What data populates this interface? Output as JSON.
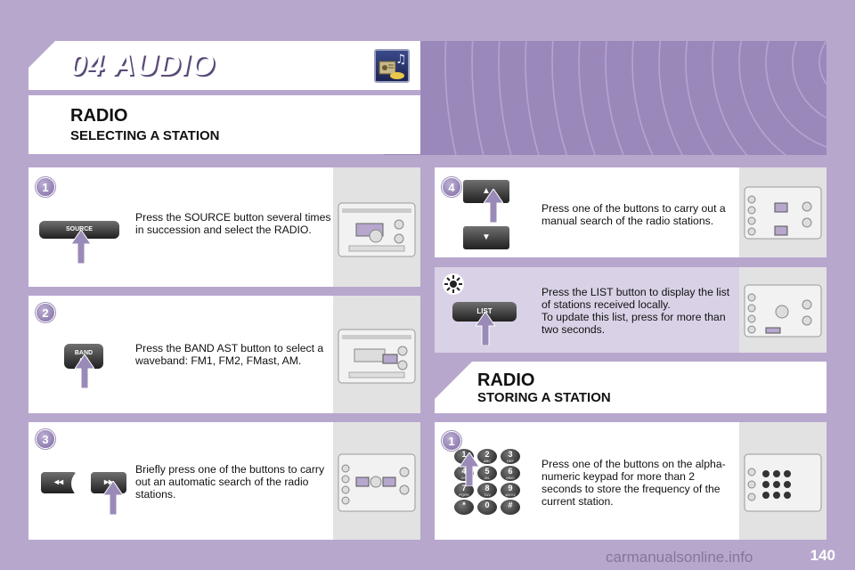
{
  "header": {
    "title": "04 AUDIO",
    "icon": "radio-music-icon"
  },
  "section_selecting": {
    "title": "RADIO",
    "subtitle": "SELECTING A STATION"
  },
  "section_storing": {
    "title": "RADIO",
    "subtitle": "STORING A STATION"
  },
  "steps": {
    "s1": {
      "badge": "1",
      "button_label": "SOURCE",
      "text": "Press the SOURCE button several times in succession and select the RADIO."
    },
    "s2": {
      "badge": "2",
      "button_label": "BAND",
      "button_sub": "AST",
      "text": "Press the BAND AST button to select a waveband: FM1, FM2, FMast, AM."
    },
    "s3": {
      "badge": "3",
      "btn_left": "◂◂",
      "btn_right": "▸▸",
      "text": "Briefly press one of the buttons to carry out an automatic search of the radio stations."
    },
    "s4": {
      "badge": "4",
      "up": "▲",
      "down": "▼",
      "text": "Press one of the buttons to carry out a manual search of the radio stations."
    },
    "tip": {
      "icon": "sun-tip-icon",
      "button_label": "LIST",
      "text": "Press the LIST button to display the list of stations received locally.\nTo update this list, press for more than two seconds."
    },
    "store1": {
      "badge": "1",
      "text": "Press one of the buttons on the alpha-numeric keypad for more than 2 seconds to store the frequency of the current station."
    }
  },
  "keypad": {
    "keys": [
      "1",
      "2",
      "3",
      "4",
      "5",
      "6",
      "7",
      "8",
      "9",
      "*",
      "0",
      "#"
    ],
    "subs": [
      "",
      "ABC",
      "DEF",
      "GHI",
      "JKL",
      "MNO",
      "PQRS",
      "TUV",
      "WXYZ",
      "",
      "",
      ""
    ]
  },
  "footer": {
    "page_number": "140",
    "watermark": "carmanualsonline.info"
  }
}
